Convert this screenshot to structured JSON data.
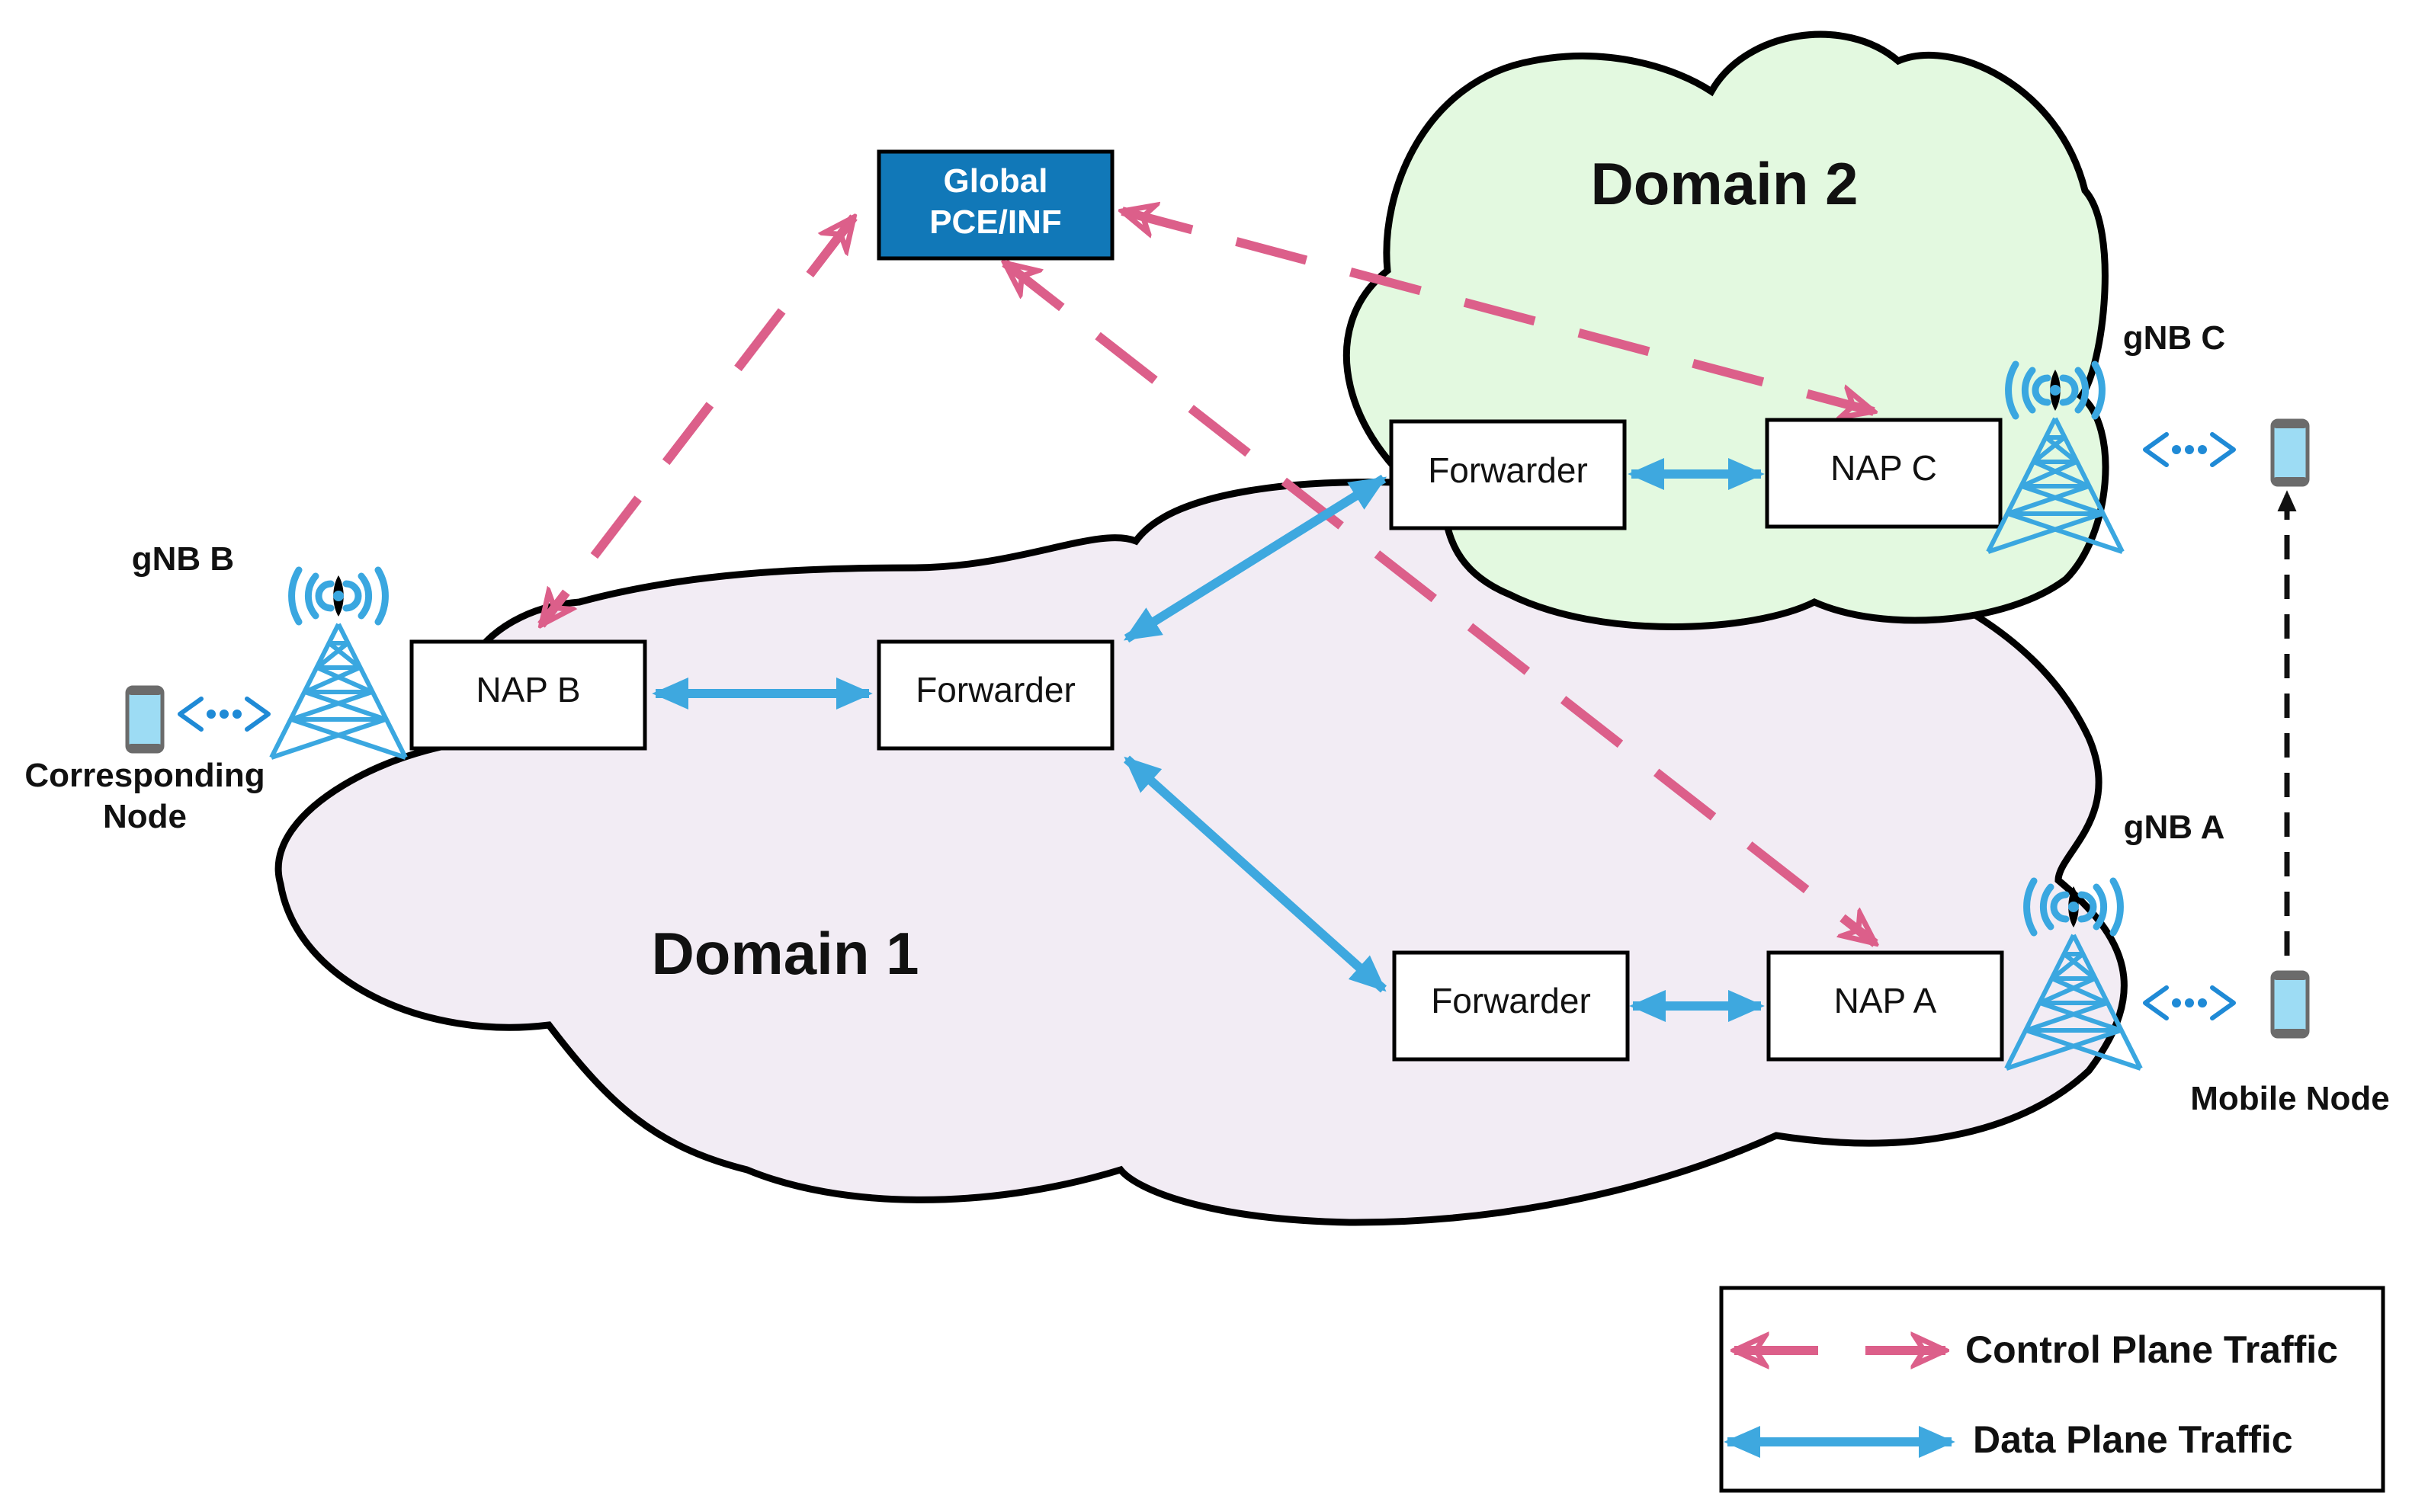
{
  "domains": {
    "domain1": "Domain 1",
    "domain2": "Domain 2"
  },
  "pce": {
    "line1": "Global",
    "line2": "PCE/INF"
  },
  "nodes": {
    "nap_a": "NAP A",
    "nap_b": "NAP B",
    "nap_c": "NAP C",
    "fwd_domain2": "Forwarder",
    "fwd_center": "Forwarder",
    "fwd_bottom": "Forwarder"
  },
  "gnbs": {
    "a": "gNB A",
    "b": "gNB B",
    "c": "gNB C"
  },
  "endpoints": {
    "corresponding_line1": "Corresponding",
    "corresponding_line2": "Node",
    "mobile": "Mobile Node"
  },
  "legend": {
    "control": "Control Plane Traffic",
    "data": "Data Plane Traffic"
  },
  "colors": {
    "control_plane": "#dc5f8a",
    "data_plane": "#3ea8df",
    "domain1_fill": "#f2ecf4",
    "domain2_fill": "#e3f9e0",
    "pce_fill": "#1178b8",
    "tower": "#3aa7e0"
  },
  "icons": [
    "tower-icon",
    "phone-icon",
    "wireless-link-icon"
  ]
}
